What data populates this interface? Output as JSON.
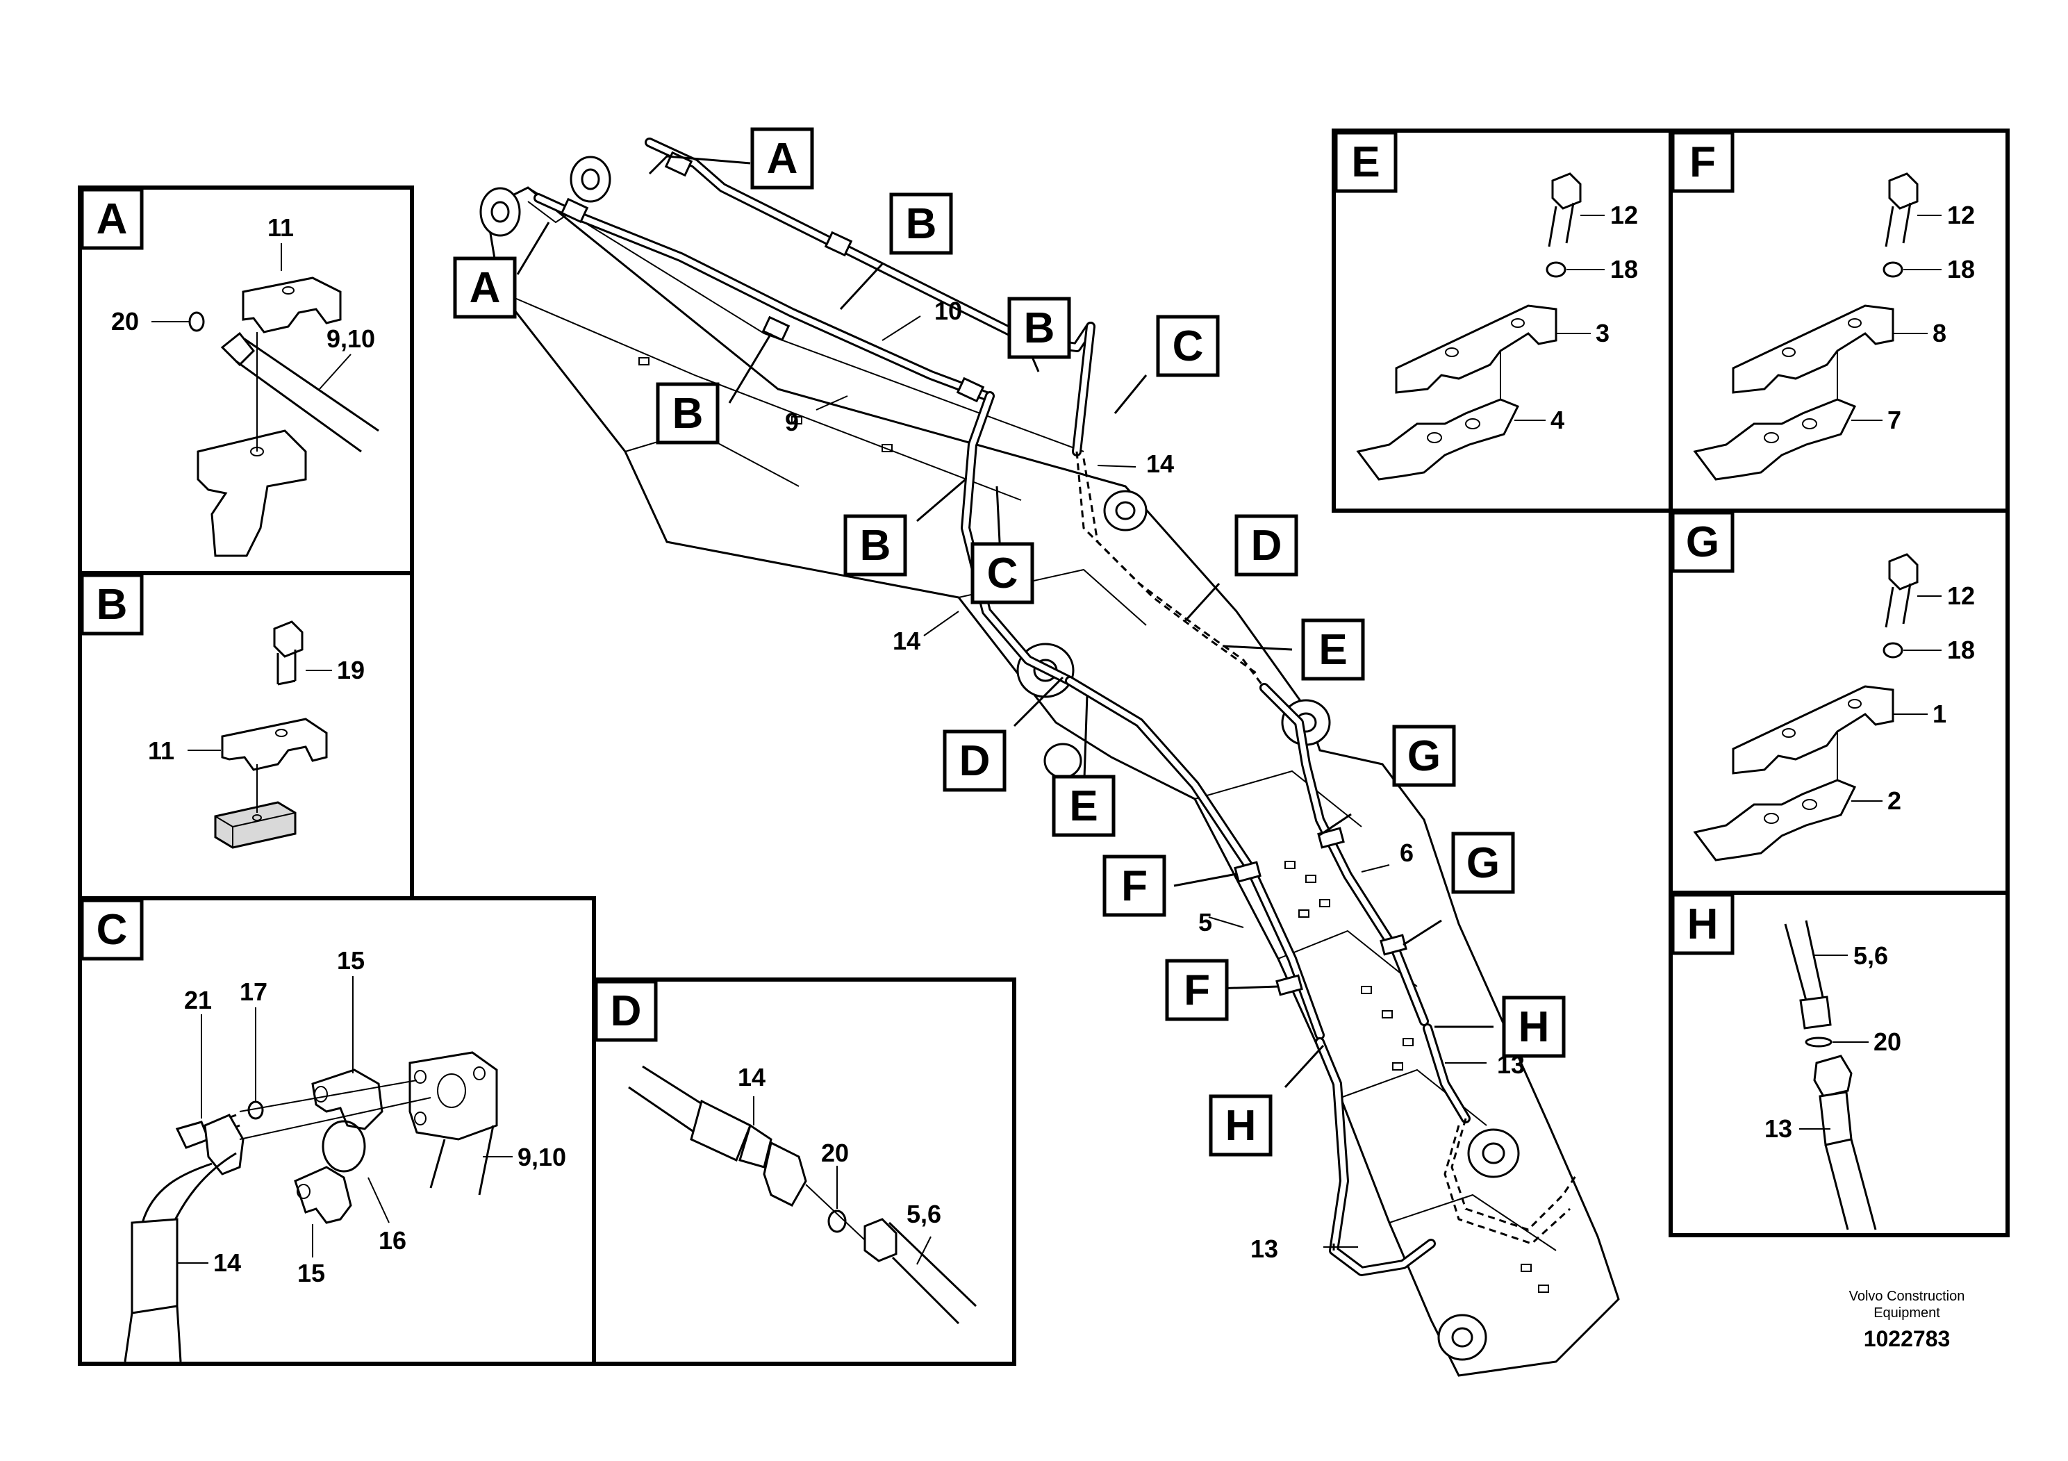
{
  "labels": {
    "A": "A",
    "B": "B",
    "C": "C",
    "D": "D",
    "E": "E",
    "F": "F",
    "G": "G",
    "H": "H"
  },
  "parts": {
    "p1": "1",
    "p2": "2",
    "p3": "3",
    "p4": "4",
    "p5": "5",
    "p56": "5,6",
    "p6": "6",
    "p7": "7",
    "p8": "8",
    "p9": "9",
    "p910": "9,10",
    "p10": "10",
    "p11": "11",
    "p12": "12",
    "p13": "13",
    "p14": "14",
    "p15": "15",
    "p16": "16",
    "p17": "17",
    "p18": "18",
    "p19": "19",
    "p20": "20",
    "p21": "21"
  },
  "footer": {
    "company_line1": "Volvo Construction",
    "company_line2": "Equipment",
    "drawing_number": "1022783"
  }
}
